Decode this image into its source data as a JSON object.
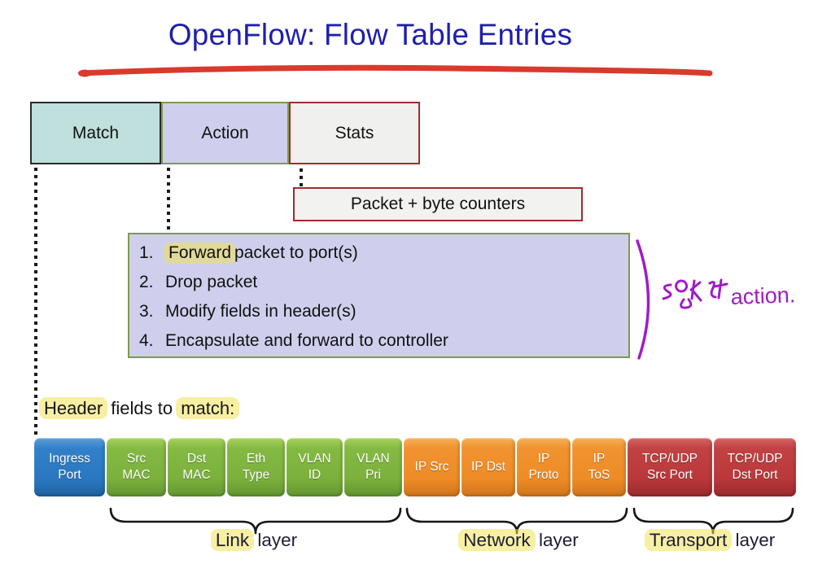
{
  "title": "OpenFlow: Flow Table Entries",
  "flow_table": {
    "match_label": "Match",
    "action_label": "Action",
    "stats_label": "Stats"
  },
  "stats_note": "Packet + byte counters",
  "actions": {
    "items": [
      {
        "num": "1.",
        "highlight": "Forward",
        "rest": " packet to port(s)"
      },
      {
        "num": "2.",
        "highlight": "",
        "rest": "Drop packet"
      },
      {
        "num": "3.",
        "highlight": "",
        "rest": "Modify fields in header(s)"
      },
      {
        "num": "4.",
        "highlight": "",
        "rest": "Encapsulate and forward to controller"
      }
    ]
  },
  "annotation": {
    "text": "action.",
    "color": "#A11BC7"
  },
  "header_fields": {
    "part1": "Header",
    "part2": " fields to ",
    "part3": "match:"
  },
  "fields": [
    {
      "line1": "Ingress",
      "line2": "Port"
    },
    {
      "line1": "Src",
      "line2": "MAC"
    },
    {
      "line1": "Dst",
      "line2": "MAC"
    },
    {
      "line1": "Eth",
      "line2": "Type"
    },
    {
      "line1": "VLAN",
      "line2": "ID"
    },
    {
      "line1": "VLAN",
      "line2": "Pri"
    },
    {
      "line1": "IP Src",
      "line2": ""
    },
    {
      "line1": "IP Dst",
      "line2": ""
    },
    {
      "line1": "IP",
      "line2": "Proto"
    },
    {
      "line1": "IP",
      "line2": "ToS"
    },
    {
      "line1": "TCP/UDP",
      "line2": "Src Port"
    },
    {
      "line1": "TCP/UDP",
      "line2": "Dst Port"
    }
  ],
  "layers": [
    {
      "highlight": "Link",
      "rest": " layer"
    },
    {
      "highlight": "Network",
      "rest": " layer"
    },
    {
      "highlight": "Transport",
      "rest": " layer"
    }
  ],
  "colors": {
    "title": "#1F1FAE",
    "underline_red": "#D93A2C",
    "match_fill": "#BFE0DC",
    "action_fill": "#CFCFED",
    "action_border": "#7F9B4A",
    "stats_fill": "#F0F0EE",
    "stats_border": "#A22B2D",
    "highlight_yellow": "#F5EC7E",
    "ingress_blue": "#2A77C0",
    "link_green": "#7BB03C",
    "network_orange": "#EE8C26",
    "transport_red": "#BA383A",
    "annotation_purple": "#A11BC7"
  }
}
